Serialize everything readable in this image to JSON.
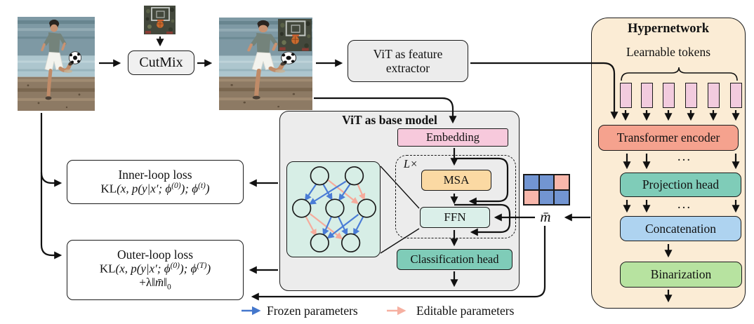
{
  "pipeline": {
    "cutmix_label": "CutMix",
    "feature_extractor_line1": "ViT as feature",
    "feature_extractor_line2": "extractor"
  },
  "base_model": {
    "title": "ViT as base model",
    "embedding_label": "Embedding",
    "loop_label": "L×",
    "msa_label": "MSA",
    "ffn_label": "FFN",
    "classification_label": "Classification head"
  },
  "hypernetwork": {
    "title": "Hypernetwork",
    "tokens_label": "Learnable tokens",
    "token_count": 6,
    "encoder_label": "Transformer encoder",
    "dots": "...",
    "projection_label": "Projection head",
    "concatenation_label": "Concatenation",
    "binarization_label": "Binarization"
  },
  "mask": {
    "label": "m̄",
    "cells": [
      [
        "blue",
        "blue",
        "salmon"
      ],
      [
        "salmon",
        "blue",
        "blue"
      ]
    ]
  },
  "losses": {
    "inner": {
      "title": "Inner-loop loss",
      "kl": "KL",
      "f1": "(x, p(y|x′; ϕ",
      "sup1": "(0)",
      "f2": "); ϕ",
      "sup2": "(t)",
      "f3": ")"
    },
    "outer": {
      "title": "Outer-loop loss",
      "kl": "KL",
      "f1": "(x, p(y|x′; ϕ",
      "sup1": "(0)",
      "f2": "); ϕ",
      "sup2": "(T)",
      "f3": ")",
      "reg1": "+λ‖",
      "reg_m": "m̄",
      "reg2": "‖",
      "reg_sub": "0"
    }
  },
  "legend": {
    "frozen_label": "Frozen parameters",
    "editable_label": "Editable parameters"
  },
  "colors": {
    "frozen_arrow": "#4477cc",
    "editable_arrow": "#f6b0a1",
    "mask_blue": "#7295d2",
    "mask_salmon": "#f8b7ab",
    "hypernetwork_bg": "#fbecd5",
    "base_panel_bg": "#ececec",
    "embedding": "#f7c9dc",
    "msa": "#fbd9a3",
    "ffn": "#daefe9",
    "classification_head": "#7fccb8",
    "transformer_encoder": "#f5a28e",
    "projection_head": "#7fccb8",
    "concatenation": "#aed3f0",
    "binarization": "#b7e3a0",
    "learnable_token": "#f2cbde",
    "nn_box_bg": "#d7eee6"
  }
}
